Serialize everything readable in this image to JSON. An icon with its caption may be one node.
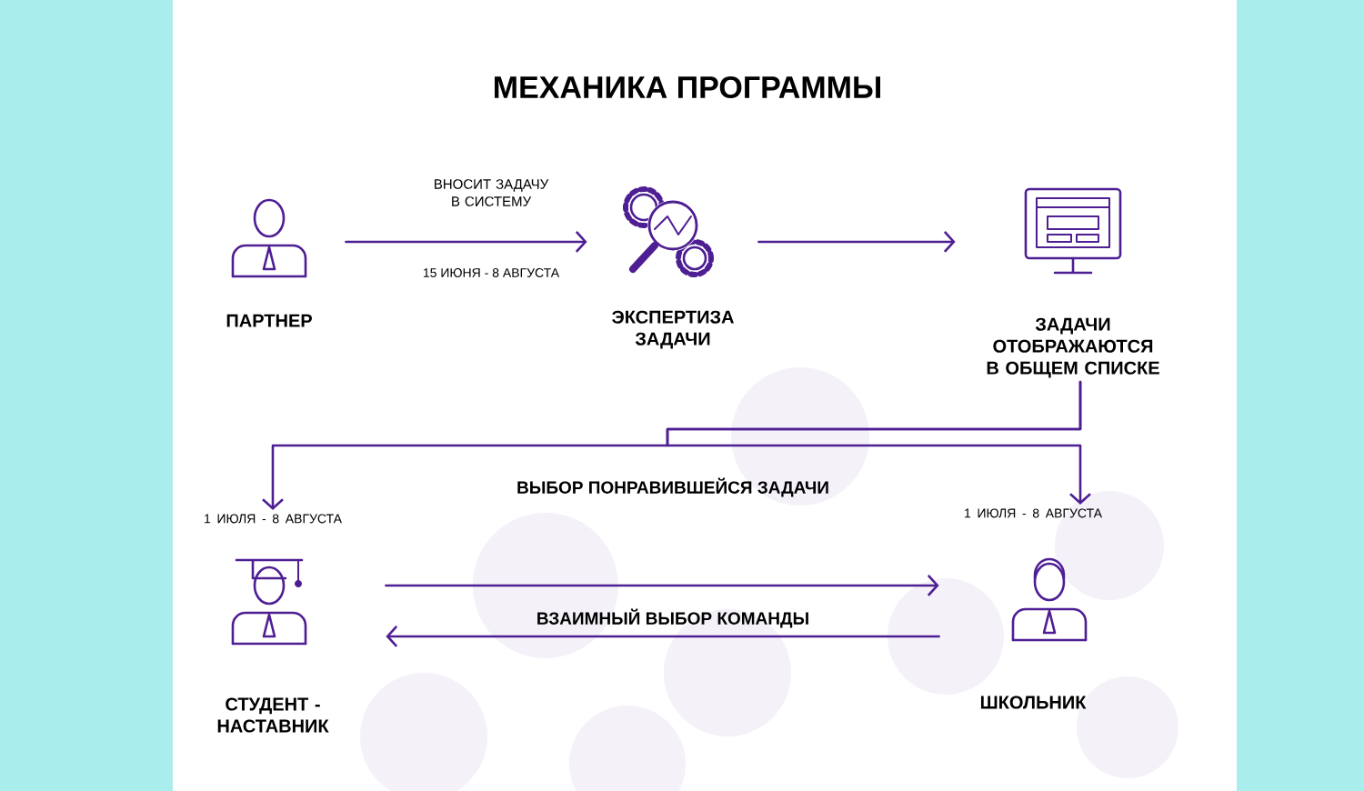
{
  "diagram": {
    "title": "МЕХАНИКА ПРОГРАММЫ",
    "nodes": [
      {
        "text": [
          "ПАРТНЕР"
        ]
      },
      {
        "text": [
          "ЭКСПЕРТИЗА ЗАДАЧИ"
        ]
      },
      {
        "text": [
          "ЗАДАЧИ ОТОБРАЖАЮТСЯ В ОБЩЕМ СПИСКЕ"
        ]
      },
      {
        "text": [
          "СТУДЕНТ - НАСТАВНИК"
        ],
        "beside": [
          "1 ИЮЛЯ - 8 АВГУСТА"
        ]
      },
      {
        "text": [
          "ШКОЛЬНИК"
        ],
        "beside": [
          "1 ИЮЛЯ - 8 АВГУСТА"
        ]
      }
    ],
    "edges": [
      {
        "from": 0,
        "to": 1,
        "arrow": "to",
        "label": "ВНОСИТ ЗАДАЧУ В СИСТЕМУ"
      },
      {
        "from": 1,
        "to": 2,
        "arrow": "to"
      },
      {
        "from": 2,
        "to": 3,
        "arrow": "to"
      },
      {
        "from": 2,
        "to": 4,
        "arrow": "to"
      },
      {
        "from": 3,
        "to": 4,
        "arrow": "to"
      },
      {
        "from": 4,
        "to": 3,
        "arrow": "to"
      }
    ],
    "labels": [
      "15 ИЮНЯ - 8 АВГУСТА",
      "ВЫБОР ПОНРАВИВШЕЙСЯ ЗАДАЧИ",
      "ВЗАИМНЫЙ ВЫБОР КОМАНДЫ"
    ]
  }
}
